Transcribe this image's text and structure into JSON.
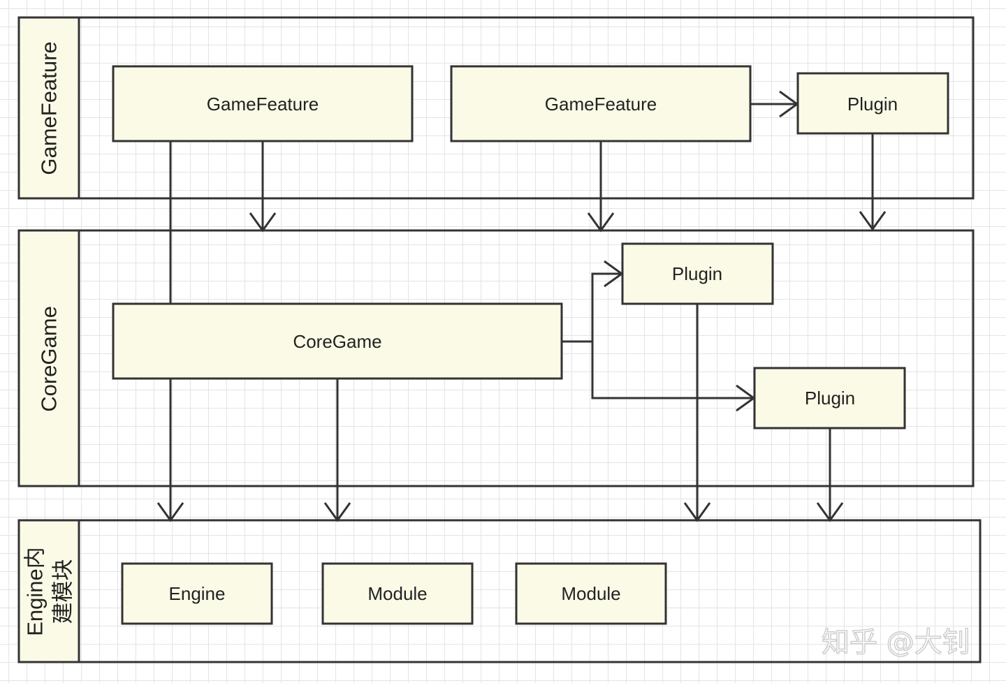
{
  "lanes": {
    "gamefeature": {
      "title": "GameFeature"
    },
    "coregame": {
      "title": "CoreGame"
    },
    "engine": {
      "title_line1": "Engine内",
      "title_line2": "建模块"
    }
  },
  "nodes": {
    "gf1": {
      "label": "GameFeature"
    },
    "gf2": {
      "label": "GameFeature"
    },
    "gf_plugin": {
      "label": "Plugin"
    },
    "coregame": {
      "label": "CoreGame"
    },
    "cg_plugin1": {
      "label": "Plugin"
    },
    "cg_plugin2": {
      "label": "Plugin"
    },
    "engine": {
      "label": "Engine"
    },
    "module1": {
      "label": "Module"
    },
    "module2": {
      "label": "Module"
    }
  },
  "watermark": {
    "text": "知乎 @大钊"
  },
  "colors": {
    "node_fill": "#fafae6",
    "stroke": "#333333",
    "grid": "#e4e4e4"
  }
}
